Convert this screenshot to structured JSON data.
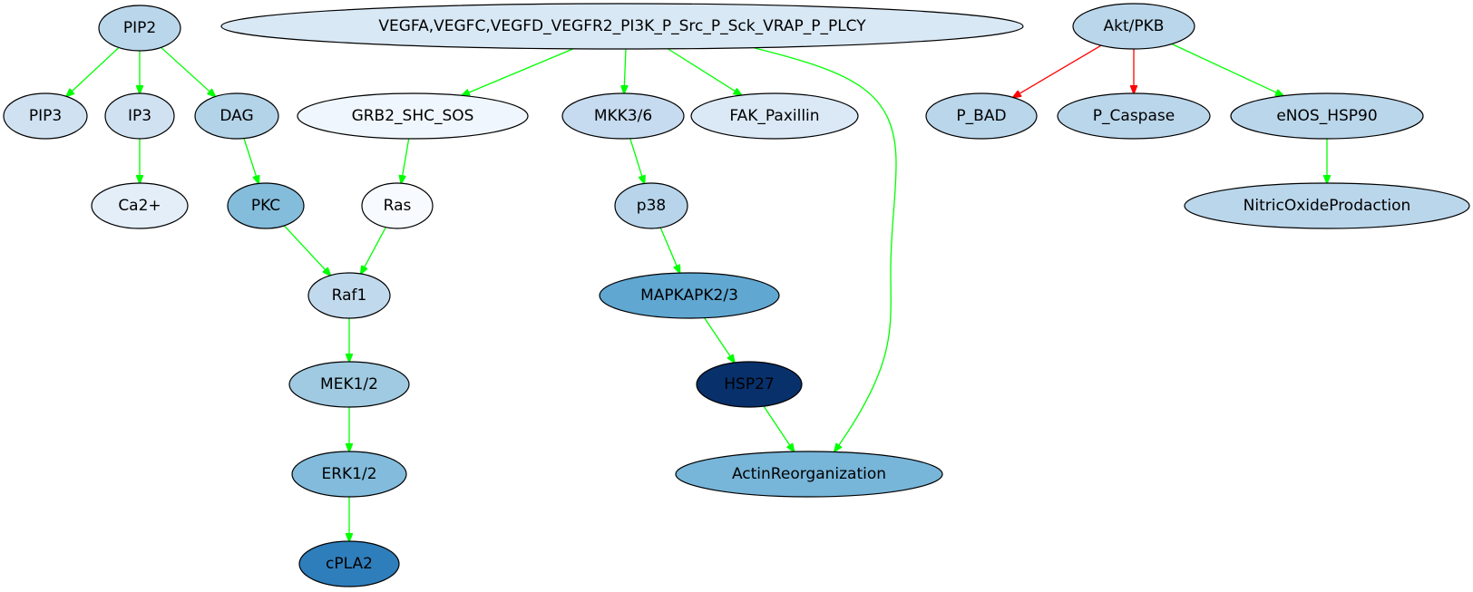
{
  "colors": {
    "activation": "#00ff00",
    "inhibition": "#ff0000",
    "node_stroke": "#000000"
  },
  "nodes": [
    {
      "id": "pip2",
      "label": "PIP2",
      "fill": "#bad6eb",
      "text": "#000000"
    },
    {
      "id": "vegf",
      "label": "VEGFA,VEGFC,VEGFD_VEGFR2_PI3K_P_Src_P_Sck_VRAP_P_PLCY",
      "fill": "#d9e8f5",
      "text": "#000000"
    },
    {
      "id": "akt",
      "label": "Akt/PKB",
      "fill": "#bad6eb",
      "text": "#000000"
    },
    {
      "id": "pip3",
      "label": "PIP3",
      "fill": "#d0e2f2",
      "text": "#000000"
    },
    {
      "id": "ip3",
      "label": "IP3",
      "fill": "#d0e2f2",
      "text": "#000000"
    },
    {
      "id": "dag",
      "label": "DAG",
      "fill": "#b3d3e8",
      "text": "#000000"
    },
    {
      "id": "grb2",
      "label": "GRB2_SHC_SOS",
      "fill": "#f0f6fd",
      "text": "#000000"
    },
    {
      "id": "mkk",
      "label": "MKK3/6",
      "fill": "#c6dbef",
      "text": "#000000"
    },
    {
      "id": "fak",
      "label": "FAK_Paxillin",
      "fill": "#dbe9f6",
      "text": "#000000"
    },
    {
      "id": "pbad",
      "label": "P_BAD",
      "fill": "#bad6eb",
      "text": "#000000"
    },
    {
      "id": "pcasp",
      "label": "P_Caspase",
      "fill": "#bad6eb",
      "text": "#000000"
    },
    {
      "id": "enos",
      "label": "eNOS_HSP90",
      "fill": "#bad6eb",
      "text": "#000000"
    },
    {
      "id": "ca",
      "label": "Ca2+",
      "fill": "#e3eef9",
      "text": "#000000"
    },
    {
      "id": "pkc",
      "label": "PKC",
      "fill": "#84bcdb",
      "text": "#000000"
    },
    {
      "id": "ras",
      "label": "Ras",
      "fill": "#f7fbff",
      "text": "#000000"
    },
    {
      "id": "p38",
      "label": "p38",
      "fill": "#b7d4ea",
      "text": "#000000"
    },
    {
      "id": "no",
      "label": "NitricOxideProdaction",
      "fill": "#bad6eb",
      "text": "#000000"
    },
    {
      "id": "raf1",
      "label": "Raf1",
      "fill": "#c1d9ed",
      "text": "#000000"
    },
    {
      "id": "mapkapk",
      "label": "MAPKAPK2/3",
      "fill": "#60a7d2",
      "text": "#000000"
    },
    {
      "id": "mek",
      "label": "MEK1/2",
      "fill": "#9fcae1",
      "text": "#000000"
    },
    {
      "id": "hsp27",
      "label": "HSP27",
      "fill": "#08306b",
      "text": "#000000"
    },
    {
      "id": "erk",
      "label": "ERK1/2",
      "fill": "#82bbdb",
      "text": "#000000"
    },
    {
      "id": "actin",
      "label": "ActinReorganization",
      "fill": "#77b5d9",
      "text": "#000000"
    },
    {
      "id": "cpla2",
      "label": "cPLA2",
      "fill": "#2f7ebc",
      "text": "#000000"
    }
  ],
  "edges": [
    {
      "from": "pip2",
      "to": "pip3",
      "type": "activation"
    },
    {
      "from": "pip2",
      "to": "ip3",
      "type": "activation"
    },
    {
      "from": "pip2",
      "to": "dag",
      "type": "activation"
    },
    {
      "from": "ip3",
      "to": "ca",
      "type": "activation"
    },
    {
      "from": "dag",
      "to": "pkc",
      "type": "activation"
    },
    {
      "from": "pkc",
      "to": "raf1",
      "type": "activation"
    },
    {
      "from": "vegf",
      "to": "grb2",
      "type": "activation"
    },
    {
      "from": "vegf",
      "to": "mkk",
      "type": "activation"
    },
    {
      "from": "vegf",
      "to": "fak",
      "type": "activation"
    },
    {
      "from": "vegf",
      "to": "actin",
      "type": "activation"
    },
    {
      "from": "grb2",
      "to": "ras",
      "type": "activation"
    },
    {
      "from": "ras",
      "to": "raf1",
      "type": "activation"
    },
    {
      "from": "raf1",
      "to": "mek",
      "type": "activation"
    },
    {
      "from": "mek",
      "to": "erk",
      "type": "activation"
    },
    {
      "from": "erk",
      "to": "cpla2",
      "type": "activation"
    },
    {
      "from": "mkk",
      "to": "p38",
      "type": "activation"
    },
    {
      "from": "p38",
      "to": "mapkapk",
      "type": "activation"
    },
    {
      "from": "mapkapk",
      "to": "hsp27",
      "type": "activation"
    },
    {
      "from": "hsp27",
      "to": "actin",
      "type": "activation"
    },
    {
      "from": "akt",
      "to": "pbad",
      "type": "inhibition"
    },
    {
      "from": "akt",
      "to": "pcasp",
      "type": "inhibition"
    },
    {
      "from": "akt",
      "to": "enos",
      "type": "activation"
    },
    {
      "from": "enos",
      "to": "no",
      "type": "activation"
    }
  ]
}
